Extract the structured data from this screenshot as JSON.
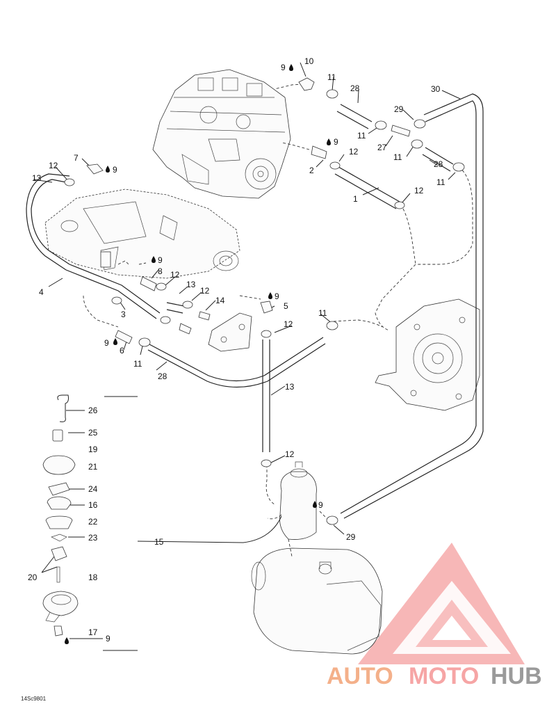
{
  "labels": {
    "p1": "1",
    "p2": "2",
    "p3": "3",
    "p4": "4",
    "p5": "5",
    "p6": "6",
    "p7": "7",
    "p8": "8",
    "p9": "9",
    "p10": "10",
    "p11": "11",
    "p12": "12",
    "p13": "13",
    "p14": "14",
    "p15": "15",
    "p16": "16",
    "p17": "17",
    "p18": "18",
    "p19": "19",
    "p20": "20",
    "p21": "21",
    "p22": "22",
    "p23": "23",
    "p24": "24",
    "p25": "25",
    "p26": "26",
    "p27": "27",
    "p28": "28",
    "p29": "29",
    "p30": "30"
  },
  "reference_code": "14Sc9801",
  "watermark": {
    "auto": "AUTO",
    "moto": "MOTO",
    "hub": "HUB",
    "colors": {
      "auto": "#f4b08a",
      "moto": "#f6a5a5",
      "hub": "#9a9a9a",
      "logo": "#f07d7d"
    }
  },
  "icons": [
    "sealant-drop-icon",
    "hose-clamp-icon",
    "fitting-icon",
    "engine-block-icon",
    "jet-pump-icon",
    "muffler-icon"
  ]
}
